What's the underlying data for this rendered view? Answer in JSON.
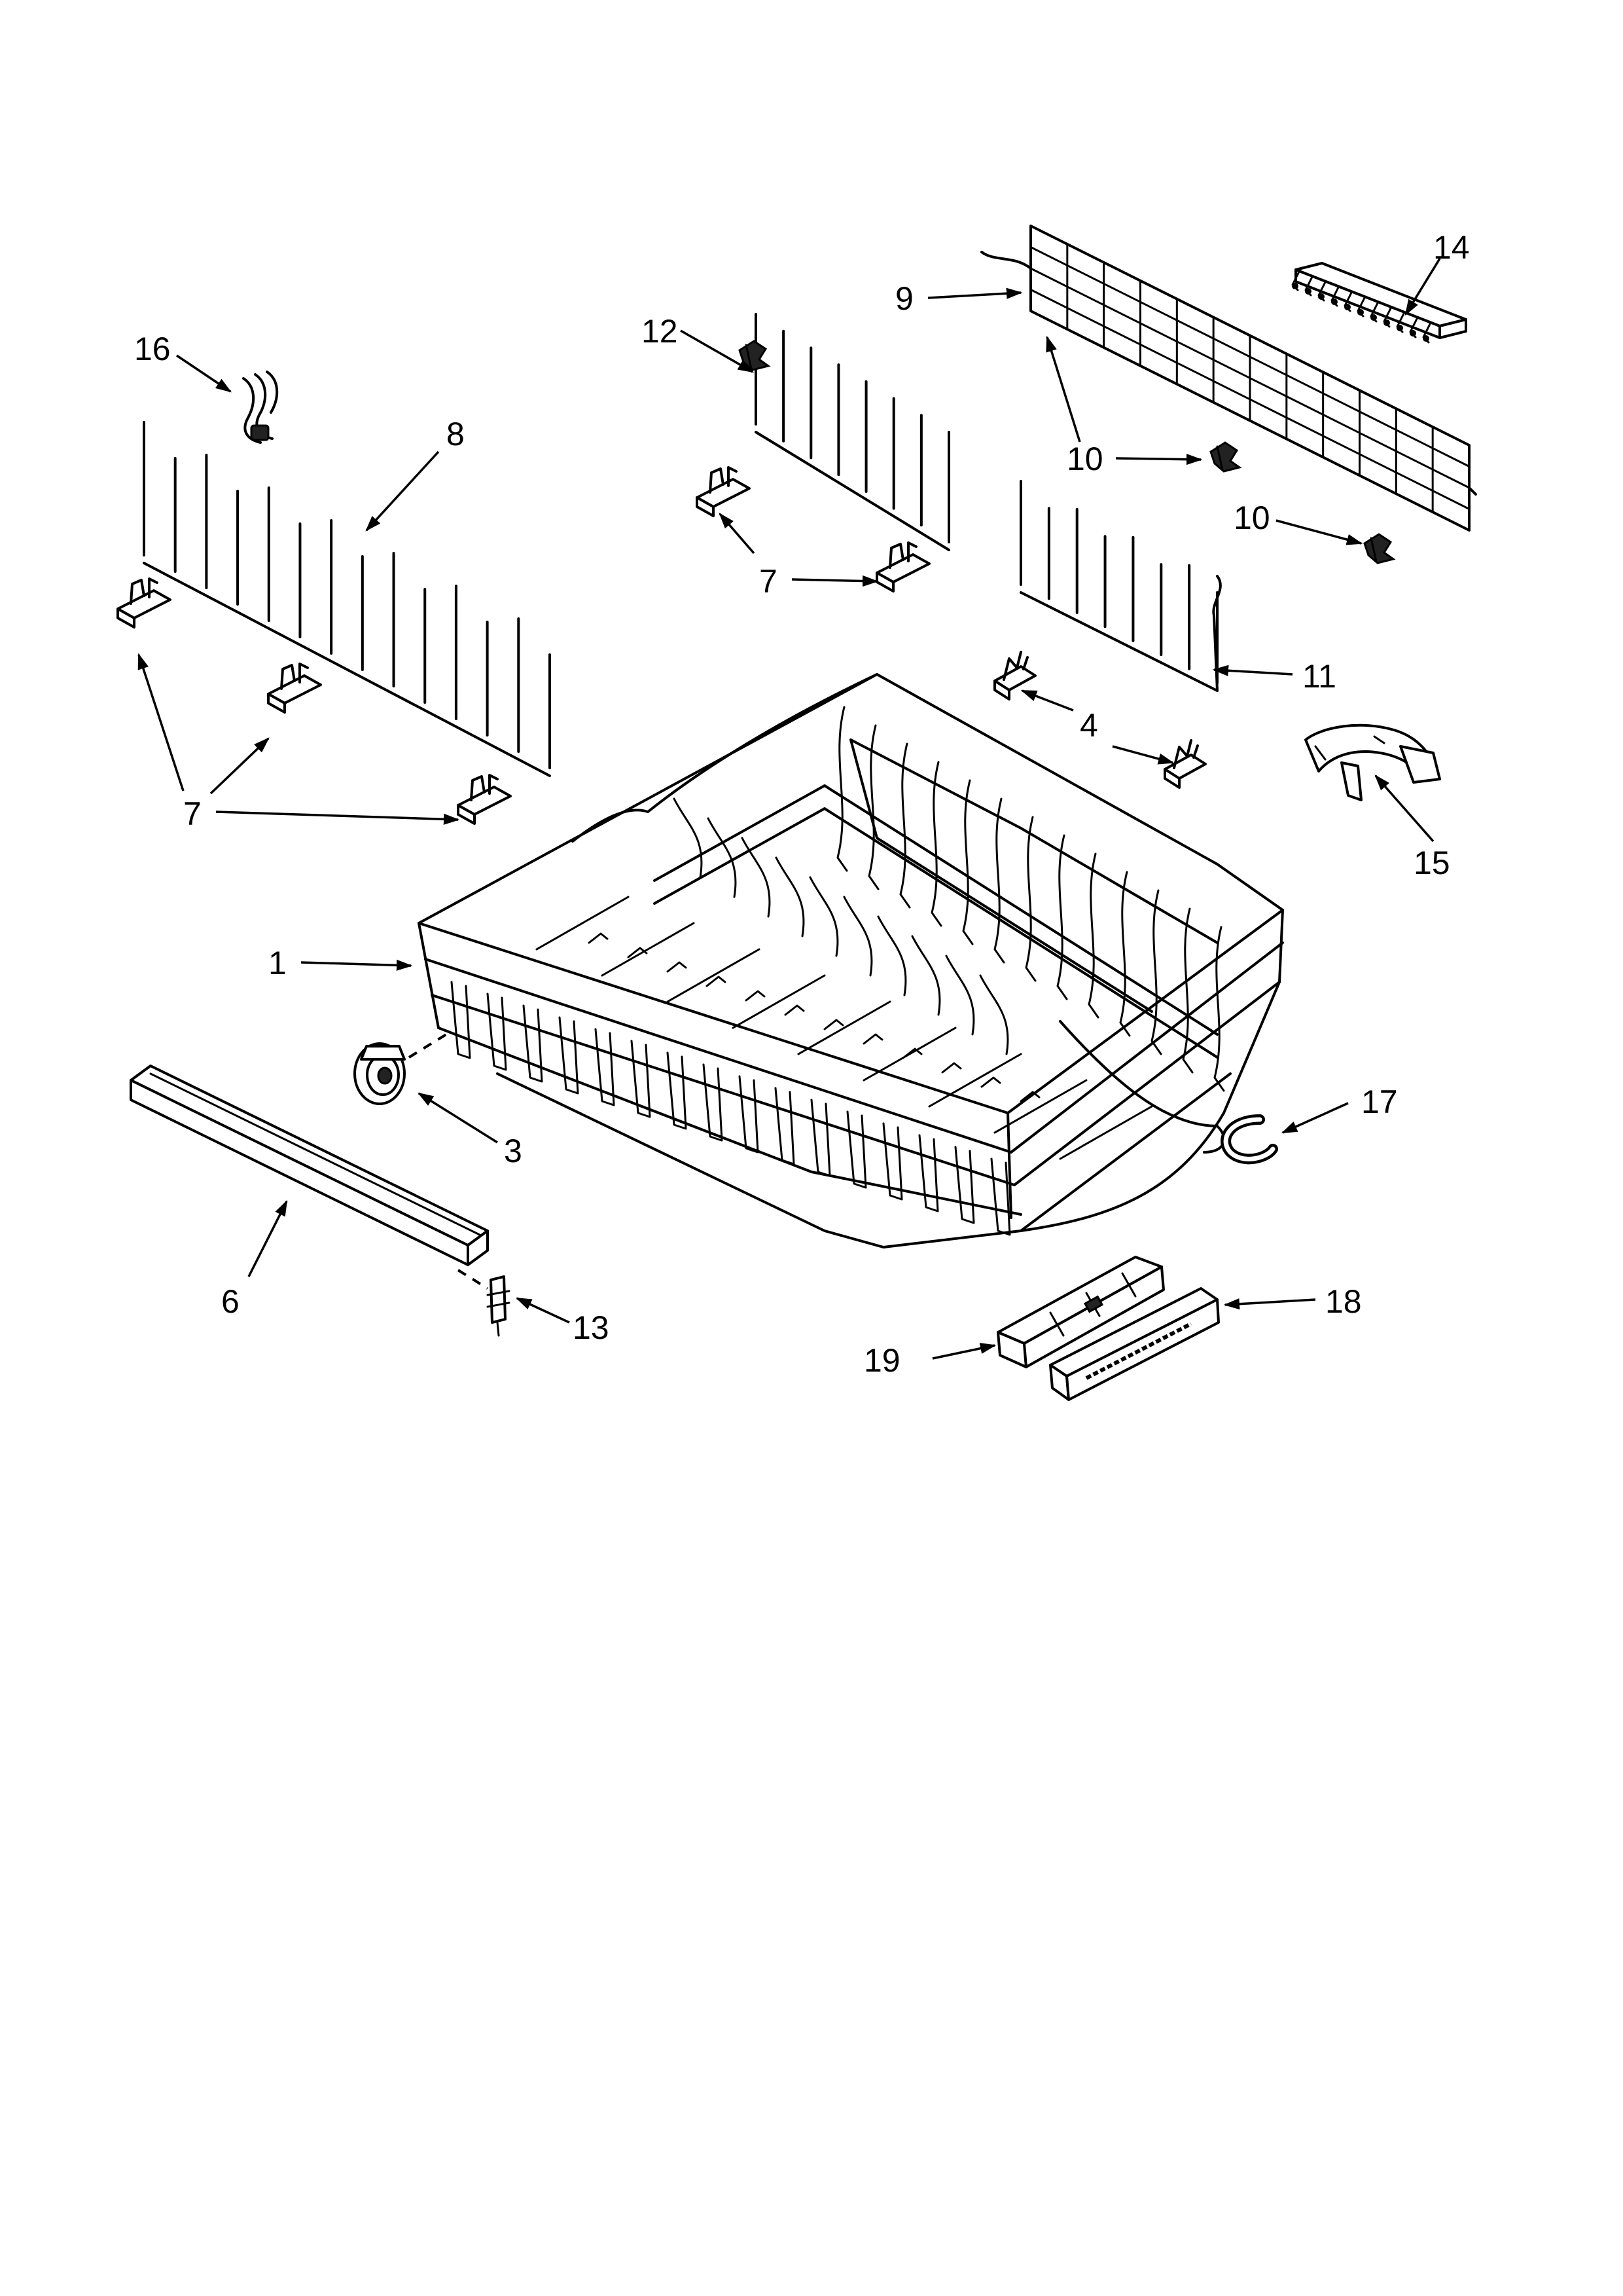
{
  "callouts": [
    {
      "id": "c1",
      "label": "1"
    },
    {
      "id": "c3",
      "label": "3"
    },
    {
      "id": "c4",
      "label": "4"
    },
    {
      "id": "c6",
      "label": "6"
    },
    {
      "id": "c7a",
      "label": "7"
    },
    {
      "id": "c7b",
      "label": "7"
    },
    {
      "id": "c8",
      "label": "8"
    },
    {
      "id": "c9",
      "label": "9"
    },
    {
      "id": "c10a",
      "label": "10"
    },
    {
      "id": "c10b",
      "label": "10"
    },
    {
      "id": "c11",
      "label": "11"
    },
    {
      "id": "c12",
      "label": "12"
    },
    {
      "id": "c13",
      "label": "13"
    },
    {
      "id": "c14",
      "label": "14"
    },
    {
      "id": "c15",
      "label": "15"
    },
    {
      "id": "c16",
      "label": "16"
    },
    {
      "id": "c17",
      "label": "17"
    },
    {
      "id": "c18",
      "label": "18"
    },
    {
      "id": "c19",
      "label": "19"
    }
  ]
}
